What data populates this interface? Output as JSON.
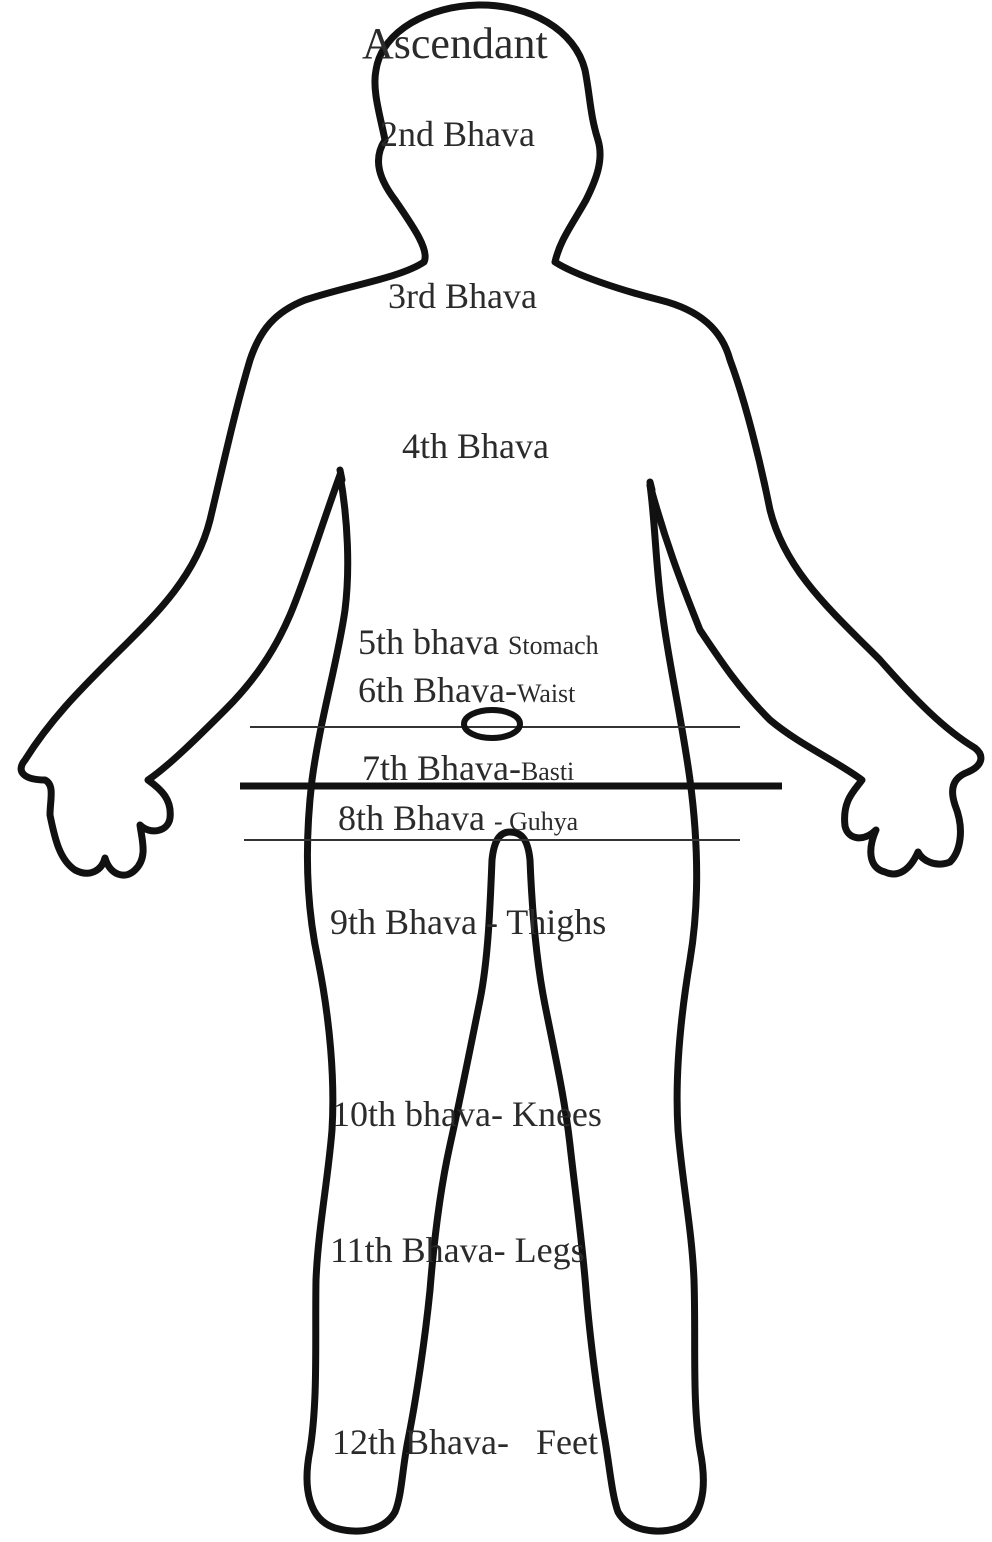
{
  "labels": {
    "ascendant": "Ascendant",
    "bhava_2": "2nd Bhava",
    "bhava_3": "3rd Bhava",
    "bhava_4": "4th Bhava",
    "bhava_5_main": "5th bhava",
    "bhava_5_part": "Stomach",
    "bhava_6_main": "6th Bhava-",
    "bhava_6_part": "Waist",
    "bhava_7_main": "7th Bhava-",
    "bhava_7_part": "Basti",
    "bhava_8_main": "8th Bhava",
    "bhava_8_part": "- Guhya",
    "bhava_9": "9th Bhava - Thighs",
    "bhava_10": "10th bhava- Knees",
    "bhava_11": "11th Bhava- Legs",
    "bhava_12": "12th Bhava-   Feet"
  },
  "colors": {
    "outline": "#111111",
    "text": "#2b2b2b",
    "background": "#ffffff"
  }
}
